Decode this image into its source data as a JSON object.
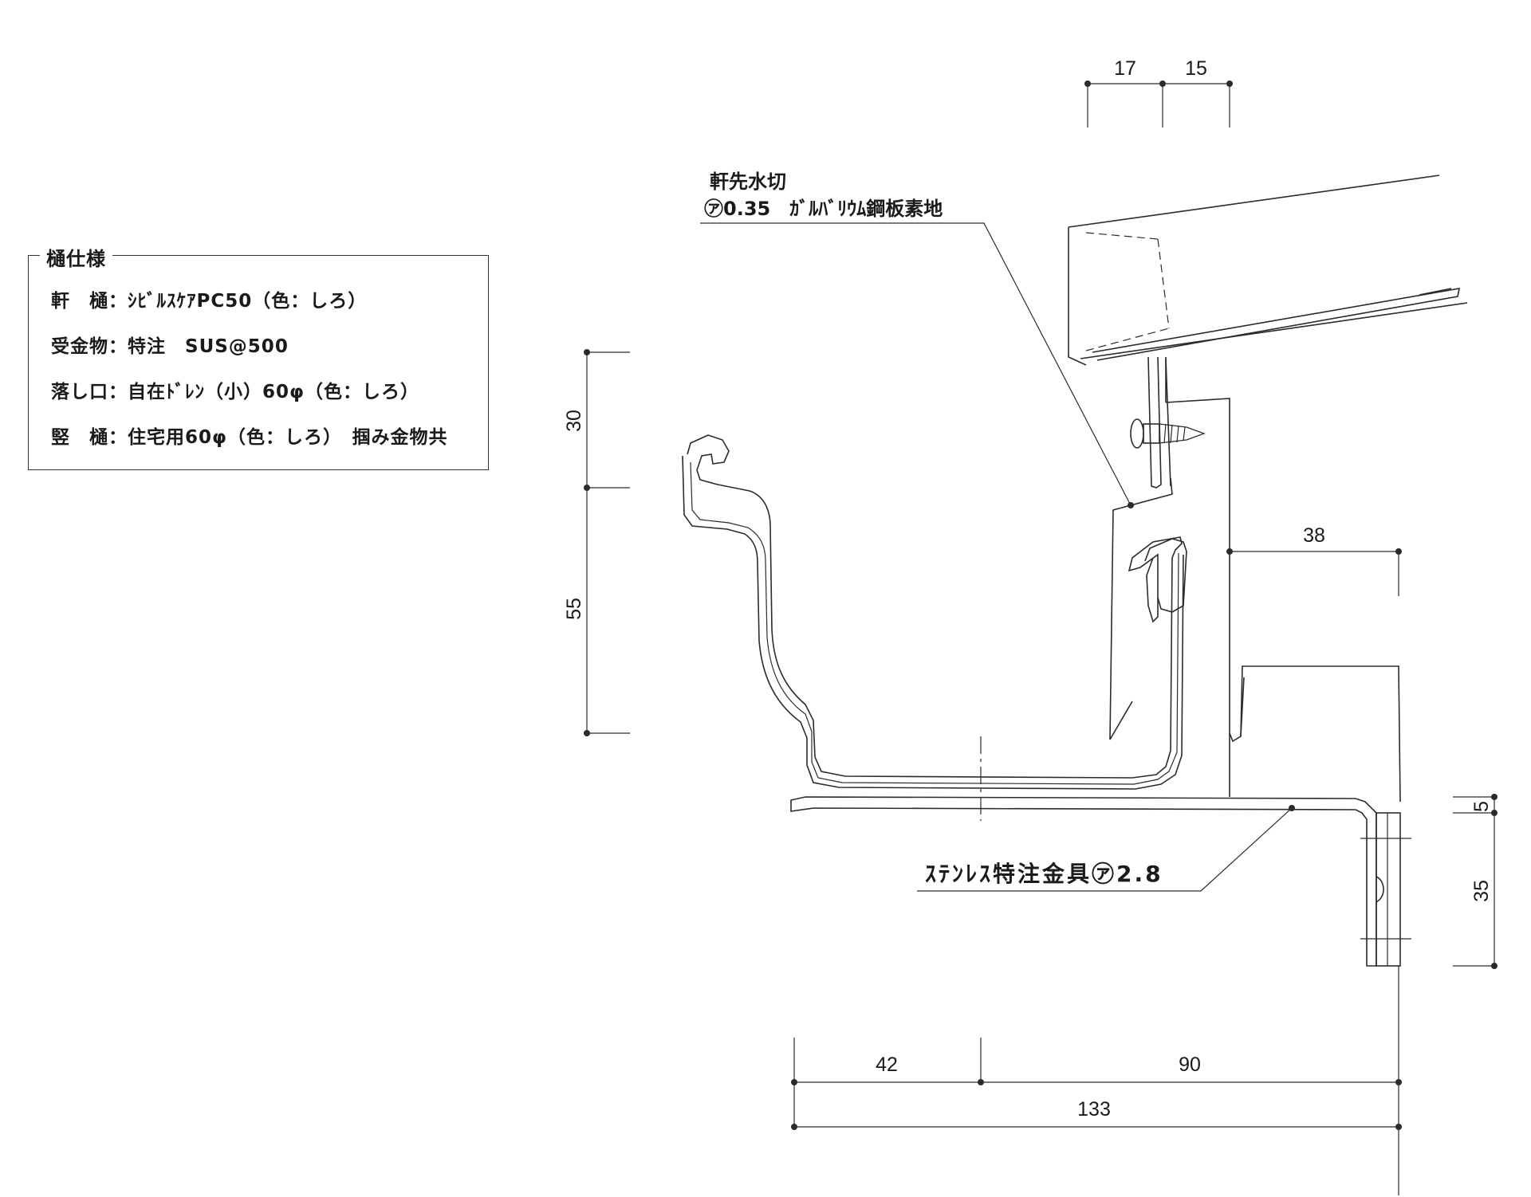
{
  "spec": {
    "title": "樋仕様",
    "rows": [
      "軒　樋：ｼﾋﾞﾙｽｹｱPC50（色：しろ）",
      "受金物：特注　SUS@500",
      "落し口：自在ﾄﾞﾚﾝ（小）60φ（色：しろ）",
      "竪　樋：住宅用60φ（色：しろ）　掴み金物共"
    ]
  },
  "callouts": {
    "flashing_line1": "軒先水切",
    "flashing_line2": "㋐0.35　ｶﾞﾙﾊﾞﾘｳﾑ鋼板素地",
    "bracket": "ｽﾃﾝﾚｽ特注金具㋐2.8"
  },
  "dimensions": {
    "top_a": "17",
    "top_b": "15",
    "left_upper": "30",
    "left_lower": "55",
    "right_38": "38",
    "right_5": "5",
    "right_35": "35",
    "bottom_42": "42",
    "bottom_90": "90",
    "bottom_133": "133"
  }
}
